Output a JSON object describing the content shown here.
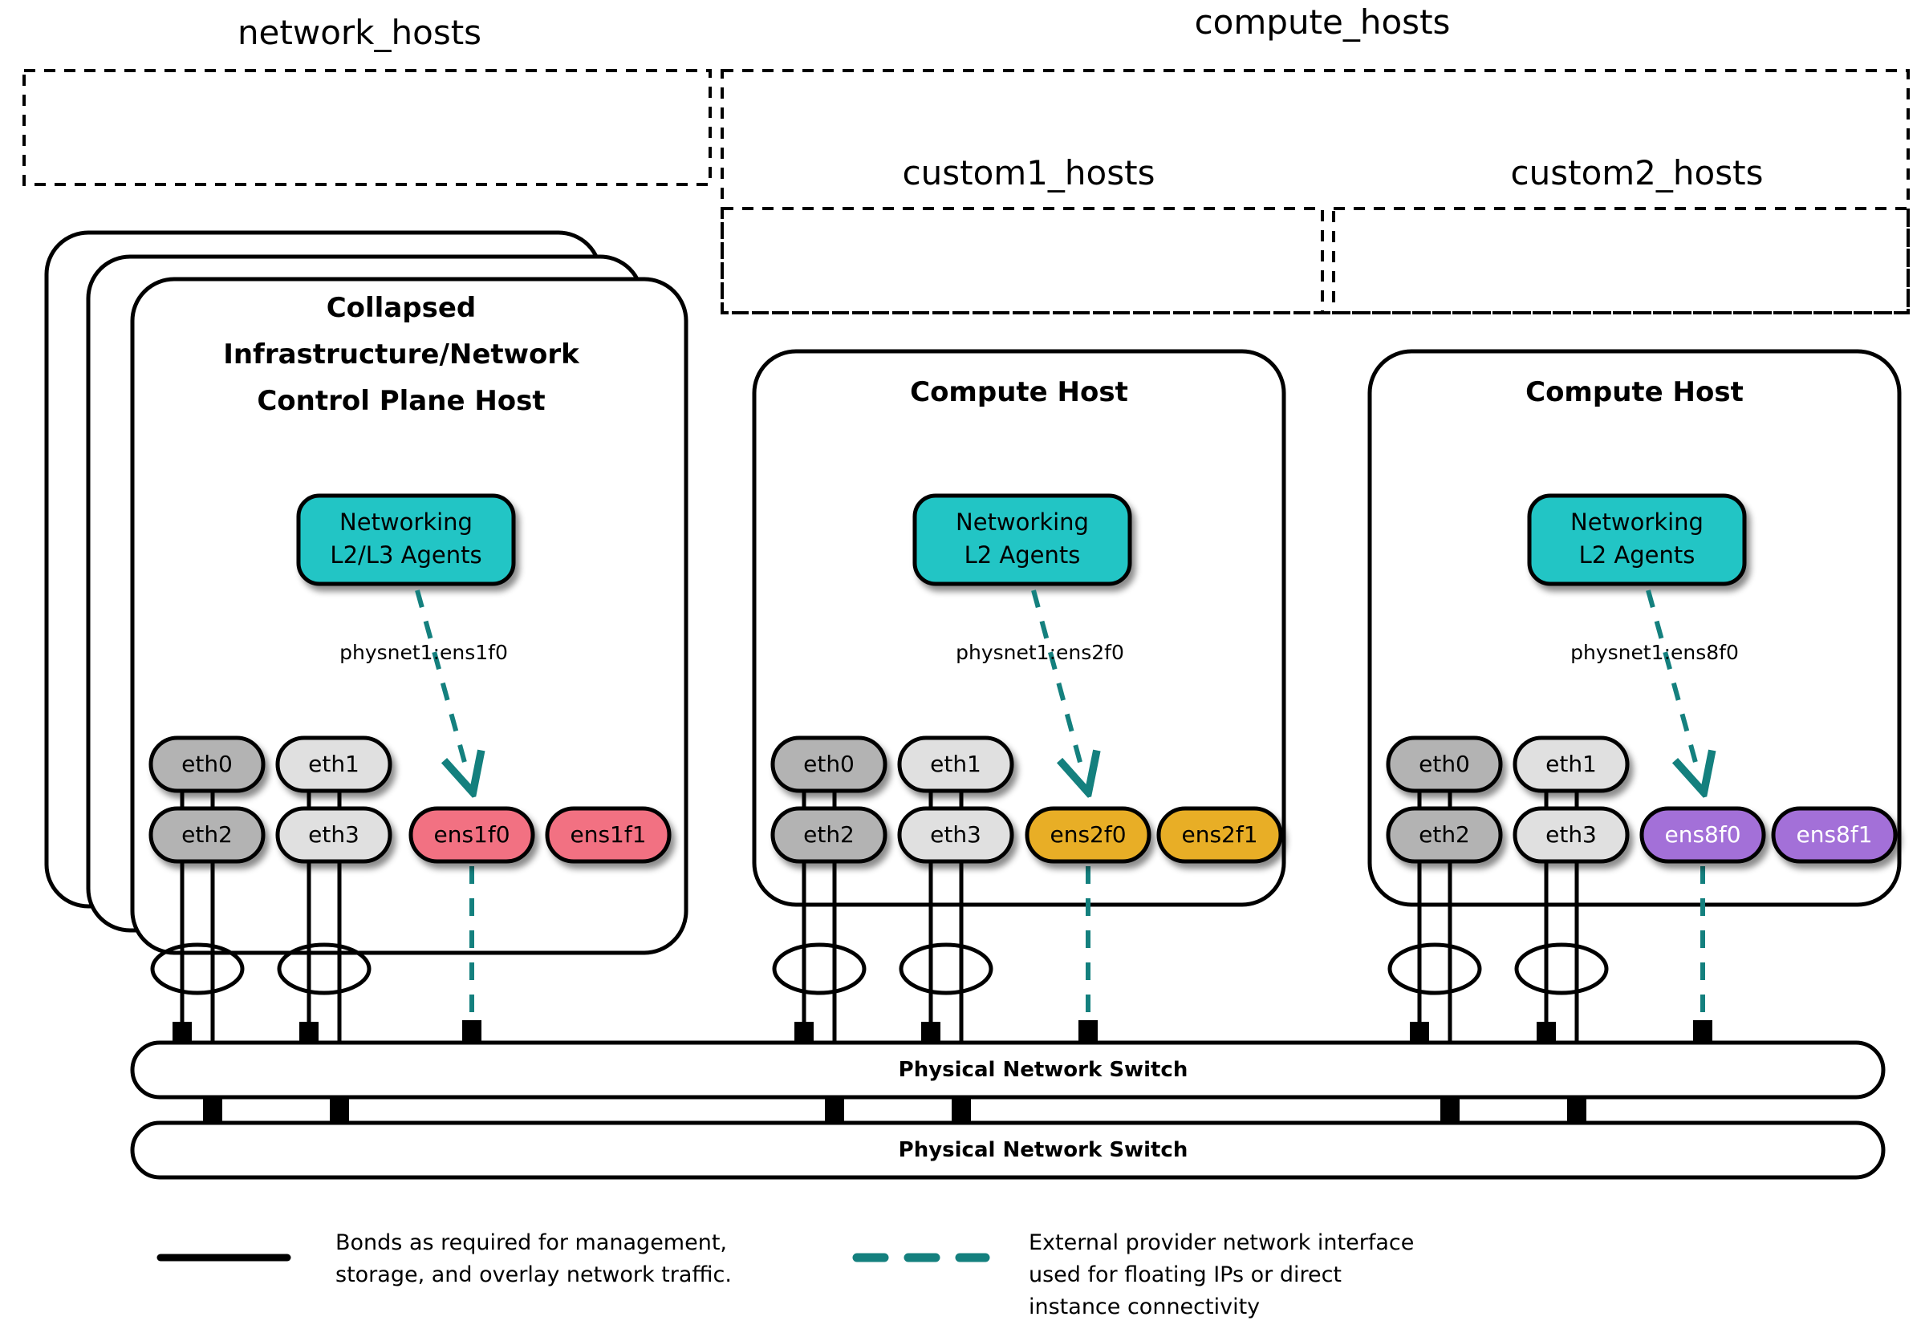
{
  "title": "OpenStack Networking Host Layout Diagram",
  "groups": [
    {
      "id": "network_hosts",
      "label": "network_hosts"
    },
    {
      "id": "compute_hosts",
      "label": "compute_hosts"
    },
    {
      "id": "custom1_hosts",
      "label": "custom1_hosts"
    },
    {
      "id": "custom2_hosts",
      "label": "custom2_hosts"
    }
  ],
  "hosts": [
    {
      "id": "control-plane-host",
      "title_lines": [
        "Collapsed",
        "Infrastructure/Network",
        "Control Plane Host"
      ],
      "stacked": true,
      "agent": {
        "label_lines": [
          "Networking",
          "L2/L3 Agents"
        ],
        "color": "#22c5c5"
      },
      "physnet_label": "physnet1:ens1f0",
      "nics_top": [
        {
          "name": "eth0",
          "color": "#b3b3b3",
          "text_color": "#000000"
        },
        {
          "name": "eth1",
          "color": "#e0e0e0",
          "text_color": "#000000"
        }
      ],
      "nics_bottom": [
        {
          "name": "eth2",
          "color": "#b3b3b3",
          "text_color": "#000000"
        },
        {
          "name": "eth3",
          "color": "#e0e0e0",
          "text_color": "#000000"
        },
        {
          "name": "ens1f0",
          "color": "#f27182",
          "text_color": "#000000"
        },
        {
          "name": "ens1f1",
          "color": "#f27182",
          "text_color": "#000000"
        }
      ]
    },
    {
      "id": "compute-host-1",
      "title_lines": [
        "Compute Host"
      ],
      "stacked": false,
      "agent": {
        "label_lines": [
          "Networking",
          "L2 Agents"
        ],
        "color": "#22c5c5"
      },
      "physnet_label": "physnet1:ens2f0",
      "nics_top": [
        {
          "name": "eth0",
          "color": "#b3b3b3",
          "text_color": "#000000"
        },
        {
          "name": "eth1",
          "color": "#e0e0e0",
          "text_color": "#000000"
        }
      ],
      "nics_bottom": [
        {
          "name": "eth2",
          "color": "#b3b3b3",
          "text_color": "#000000"
        },
        {
          "name": "eth3",
          "color": "#e0e0e0",
          "text_color": "#000000"
        },
        {
          "name": "ens2f0",
          "color": "#e8ae26",
          "text_color": "#000000"
        },
        {
          "name": "ens2f1",
          "color": "#e8ae26",
          "text_color": "#000000"
        }
      ]
    },
    {
      "id": "compute-host-2",
      "title_lines": [
        "Compute Host"
      ],
      "stacked": false,
      "agent": {
        "label_lines": [
          "Networking",
          "L2 Agents"
        ],
        "color": "#22c5c5"
      },
      "physnet_label": "physnet1:ens8f0",
      "nics_top": [
        {
          "name": "eth0",
          "color": "#b3b3b3",
          "text_color": "#000000"
        },
        {
          "name": "eth1",
          "color": "#e0e0e0",
          "text_color": "#000000"
        }
      ],
      "nics_bottom": [
        {
          "name": "eth2",
          "color": "#b3b3b3",
          "text_color": "#000000"
        },
        {
          "name": "eth3",
          "color": "#e0e0e0",
          "text_color": "#000000"
        },
        {
          "name": "ens8f0",
          "color": "#a36fd8",
          "text_color": "#ffffff"
        },
        {
          "name": "ens8f1",
          "color": "#a36fd8",
          "text_color": "#ffffff"
        }
      ]
    }
  ],
  "switches": [
    {
      "id": "switch-top",
      "label": "Physical Network Switch"
    },
    {
      "id": "switch-bottom",
      "label": "Physical Network Switch"
    }
  ],
  "legend": [
    {
      "id": "legend-bonds",
      "style": "solid",
      "color": "#000000",
      "lines": [
        "Bonds as required for management,",
        "storage, and overlay network traffic."
      ]
    },
    {
      "id": "legend-provider",
      "style": "dashed",
      "color": "#14807e",
      "lines": [
        "External provider network interface",
        "used for floating IPs or direct",
        "instance connectivity"
      ]
    }
  ],
  "colors": {
    "teal_accent": "#14807e",
    "agent_fill": "#22c5c5",
    "nic_dark_gray": "#b3b3b3",
    "nic_light_gray": "#e0e0e0",
    "nic_pink": "#f27182",
    "nic_gold": "#e8ae26",
    "nic_purple": "#a36fd8",
    "outline": "#000000",
    "background": "#ffffff"
  }
}
